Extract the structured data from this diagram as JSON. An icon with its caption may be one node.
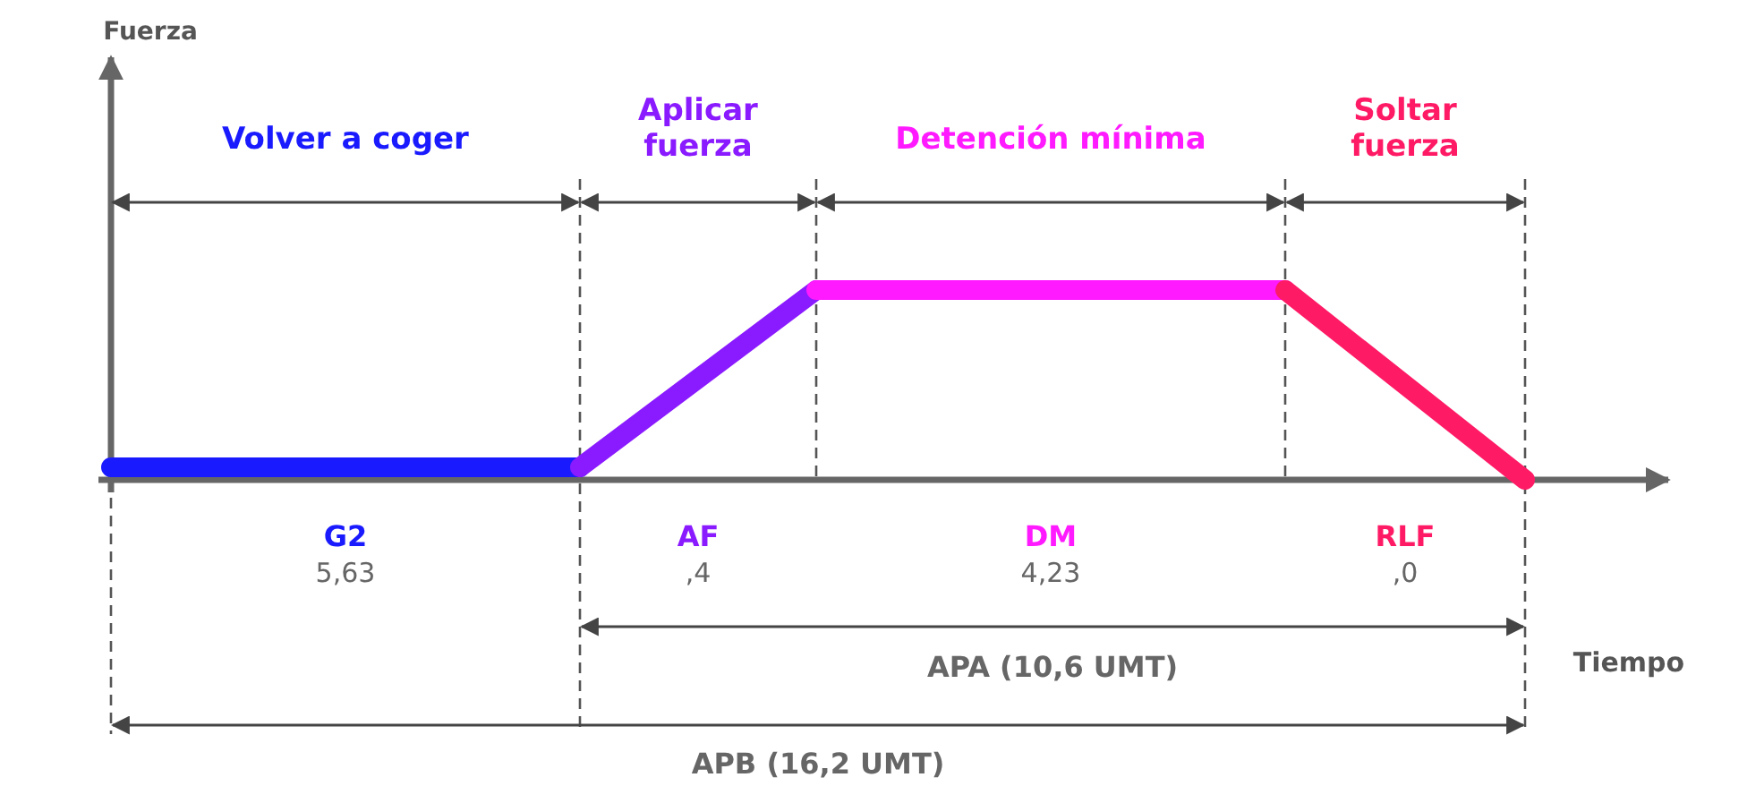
{
  "diagram": {
    "labels": [
      "Fuerza",
      "Volver a coger",
      "Aplicar fuerza",
      "Detención mínima",
      "Soltar fuerza",
      "G2",
      "5,63",
      "AF",
      ",4",
      "DM",
      "4,23",
      "RLF",
      ",0",
      "APA (10,6 UMT)",
      "Tiempo",
      "APB (16,2 UMT)"
    ]
  }
}
